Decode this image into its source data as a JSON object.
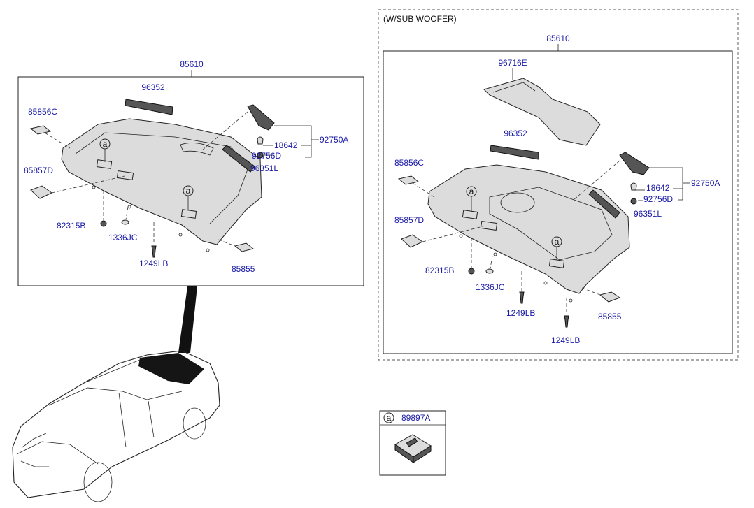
{
  "colors": {
    "part_number": "#1a1aa6",
    "header_text": "#111111",
    "line": "#222222"
  },
  "left_assembly": {
    "assembly_number": "85610",
    "parts": {
      "grille": "96352",
      "trim_cover_c": "85856C",
      "trim_cover_d": "85857D",
      "bulb": "18642",
      "lamp_assembly": "92750A",
      "socket": "92756D",
      "speaker_grille": "96351L",
      "clip": "82315B",
      "fastener": "1336JC",
      "screw": "1249LB",
      "cover": "85855",
      "callout_1": "a",
      "callout_2": "a"
    }
  },
  "right_assembly": {
    "variant_label": "(W/SUB WOOFER)",
    "assembly_number": "85610",
    "parts": {
      "woofer_cover": "96716E",
      "grille": "96352",
      "trim_cover_c": "85856C",
      "trim_cover_d": "85857D",
      "bulb": "18642",
      "lamp_assembly": "92750A",
      "socket": "92756D",
      "speaker_grille": "96351L",
      "clip": "82315B",
      "fastener": "1336JC",
      "screw_1": "1249LB",
      "screw_2": "1249LB",
      "cover": "85855",
      "callout_1": "a",
      "callout_2": "a"
    }
  },
  "legend": {
    "callout": "a",
    "part_number": "89897A"
  }
}
